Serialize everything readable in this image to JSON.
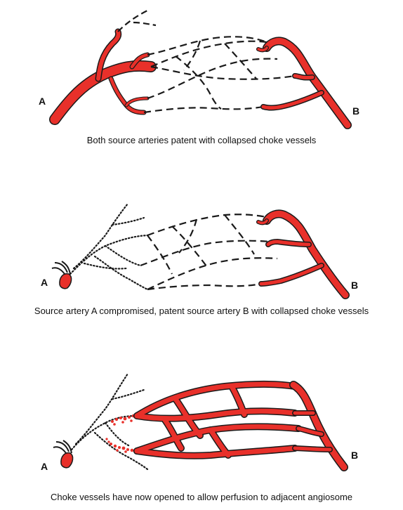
{
  "panels": [
    {
      "label_a": "A",
      "label_b": "B",
      "caption": "Both source arteries patent with collapsed choke vessels"
    },
    {
      "label_a": "A",
      "label_b": "B",
      "caption": "Source artery A compromised, patent source artery B with collapsed choke vessels"
    },
    {
      "label_a": "A",
      "label_b": "B",
      "caption": "Choke vessels have now opened to allow perfusion to adjacent angiosome"
    }
  ],
  "colors": {
    "artery": "#e8302a",
    "outline": "#1a1a1a"
  }
}
